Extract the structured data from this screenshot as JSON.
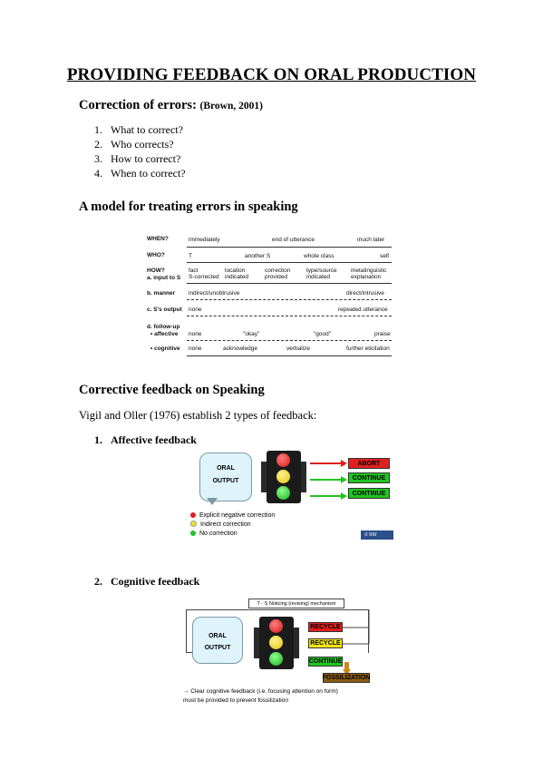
{
  "title": "PROVIDING FEEDBACK ON ORAL PRODUCTION",
  "section1": {
    "heading": "Correction of errors:",
    "citation": "(Brown, 2001)",
    "items": [
      {
        "num": "1.",
        "text": "What to correct?"
      },
      {
        "num": "2.",
        "text": "Who corrects?"
      },
      {
        "num": "3.",
        "text": "How to correct?"
      },
      {
        "num": "4.",
        "text": "When to correct?"
      }
    ]
  },
  "section2": {
    "heading": "A model for treating errors in speaking",
    "model": {
      "when_label": "WHEN?",
      "when_cells": [
        "immediately",
        "end of utterance",
        "much later"
      ],
      "who_label": "WHO?",
      "who_cells": [
        "T",
        "another S",
        "whole class",
        "self"
      ],
      "how_label": "HOW?",
      "input_label": "a. input to S",
      "input_cells": [
        "fact\nS-corrected",
        "location\nindicated",
        "correction\nprovided",
        "type/source\nindicated",
        "metalinguistic\nexplanation"
      ],
      "manner_label": "b. manner",
      "manner_cells": [
        "indirect/unobtrusive",
        "direct/intrusive"
      ],
      "output_label": "c. S's output",
      "output_cells": [
        "none",
        "repeated utterance"
      ],
      "followup_label": "d. follow-up",
      "affective_label": "• affective",
      "affective_cells": [
        "none",
        "\"okay\"",
        "\"good\"",
        "praise"
      ],
      "cognitive_label": "• cognitive",
      "cognitive_cells": [
        "none",
        "acknowledge",
        "verbalize",
        "further elicitation"
      ]
    }
  },
  "section3": {
    "heading": "Corrective feedback on Speaking",
    "intro": "Vigil and Oller (1976) establish 2 types of feedback:",
    "sub1": {
      "num": "1.",
      "text": "Affective feedback"
    },
    "sub2": {
      "num": "2.",
      "text": "Cognitive feedback"
    }
  },
  "diagram1": {
    "bubble_line1": "ORAL",
    "bubble_line2": "OUTPUT",
    "boxes": [
      "ABORT",
      "CONTINUE",
      "CONTINUE"
    ],
    "legend": [
      "Explicit negative correction",
      "Indirect correction",
      "No correction"
    ],
    "corner_tab": "Intr"
  },
  "diagram2": {
    "bubble_line1": "ORAL",
    "bubble_line2": "OUTPUT",
    "top_label": "T - S Noticing (revising) mechanism",
    "boxes": [
      "RECYCLE",
      "RECYCLE",
      "CONTINUE"
    ],
    "fossil": "FOSSILIZATION",
    "note_line1": "→ Clear cognitive feedback (i.e. focusing attention on form)",
    "note_line2": "must be provided to prevent fossilization"
  },
  "colors": {
    "red": "#e02020",
    "yellow": "#f2e51b",
    "green": "#22c322",
    "brown": "#8a5a12"
  }
}
